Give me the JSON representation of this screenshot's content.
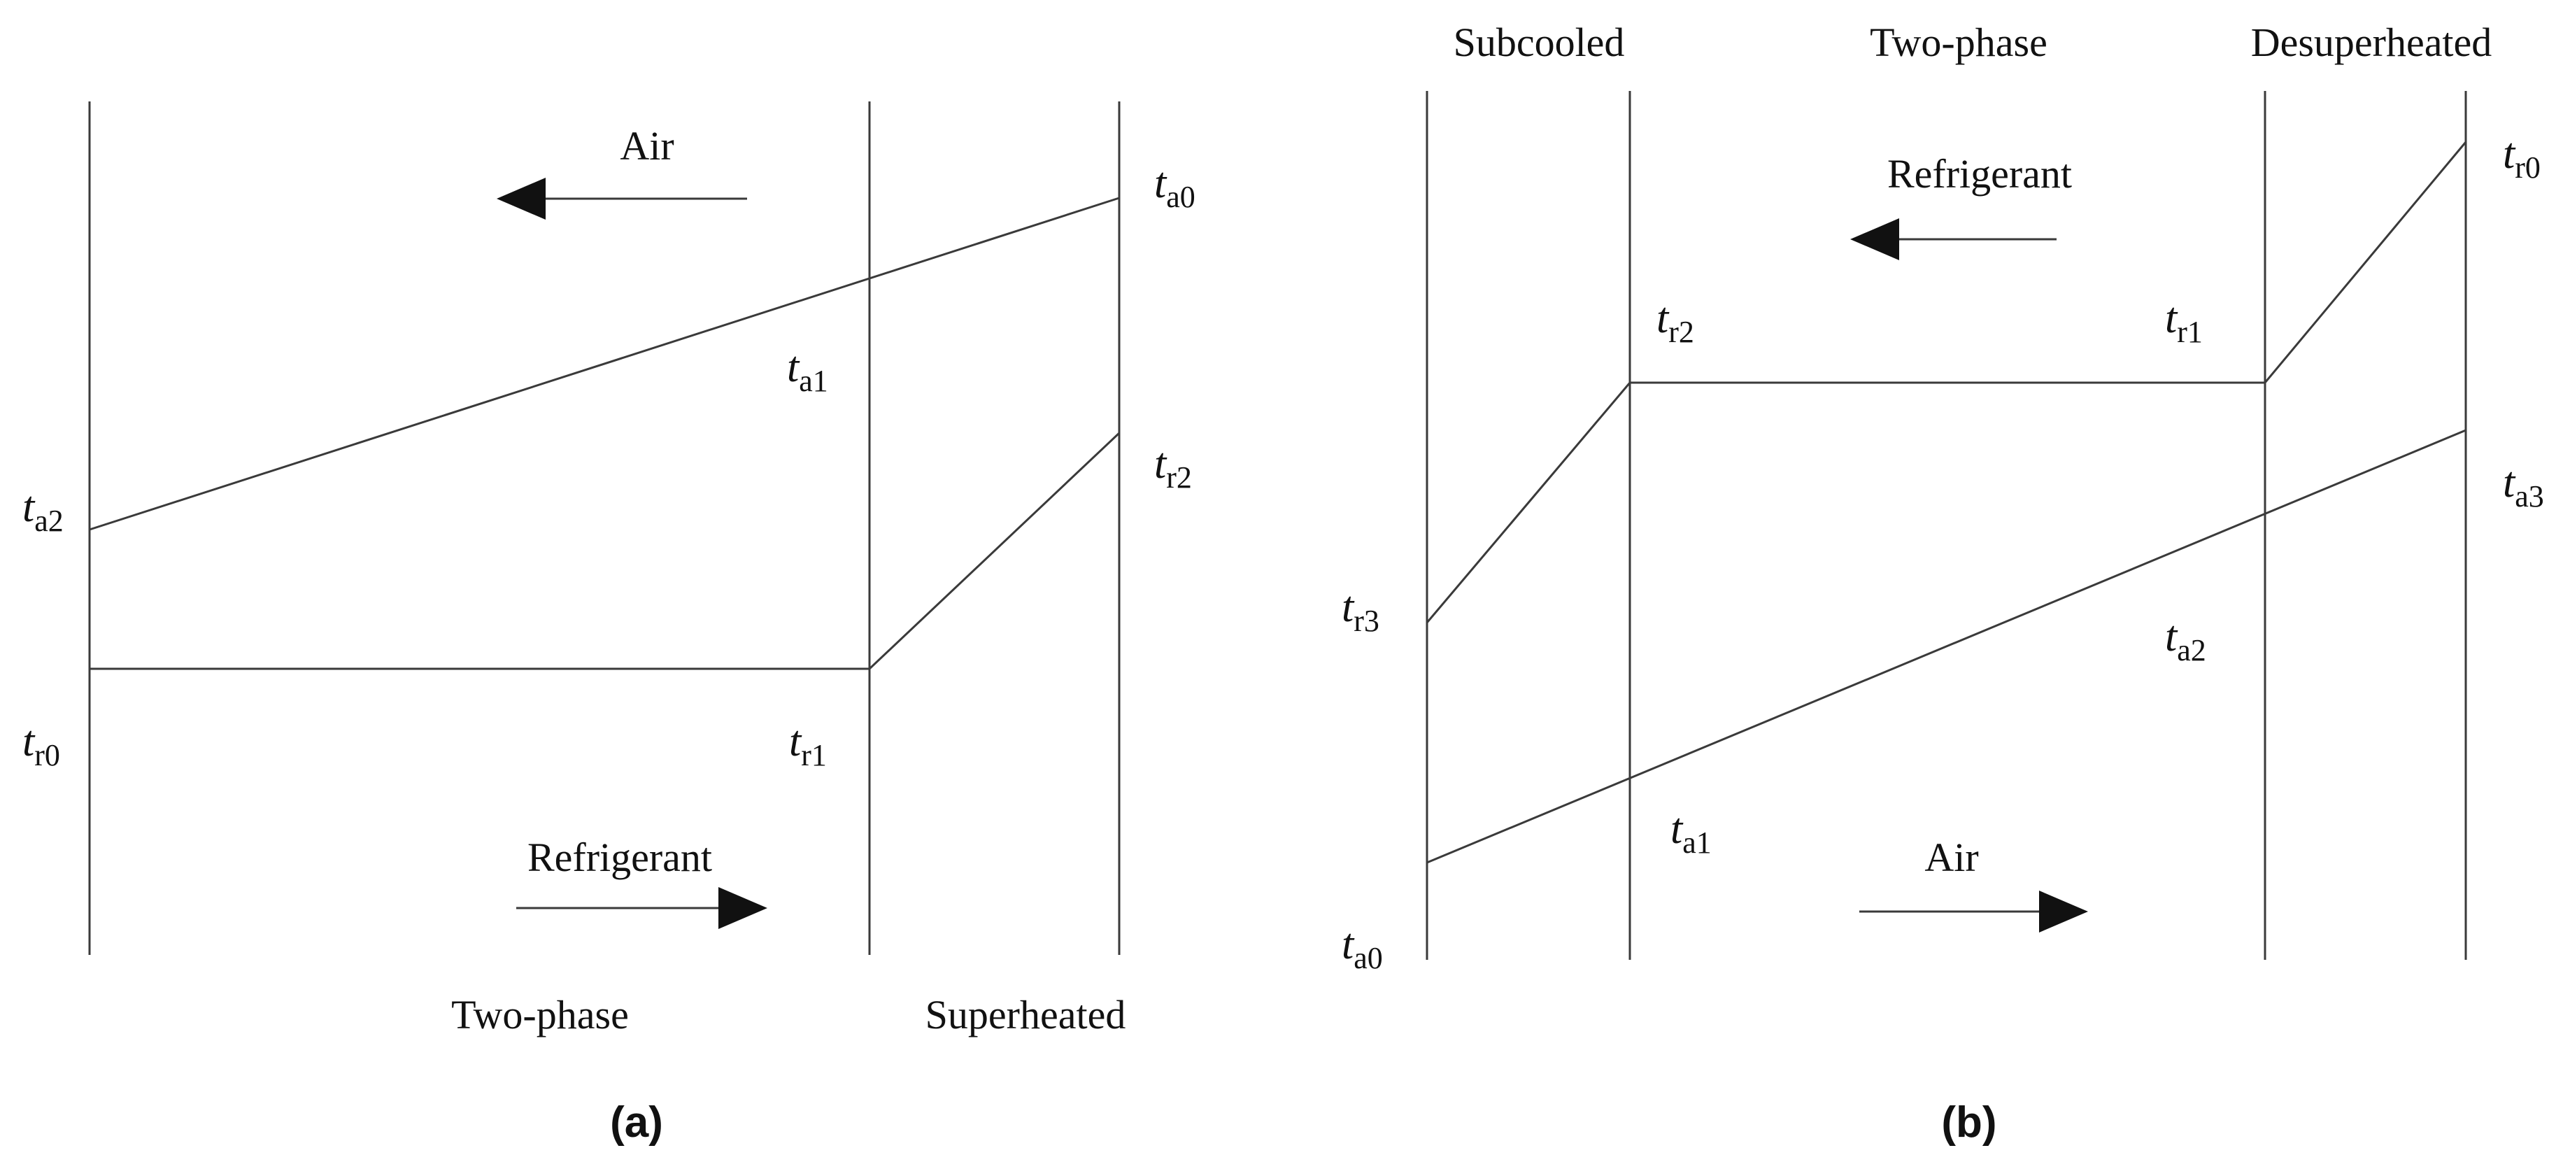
{
  "panel_a": {
    "caption": "(a)",
    "flow_top": "Air",
    "flow_bottom": "Refrigerant",
    "region_left": "Two-phase",
    "region_right": "Superheated",
    "t_a0": {
      "base": "t",
      "sub": "a0"
    },
    "t_a1": {
      "base": "t",
      "sub": "a1"
    },
    "t_a2": {
      "base": "t",
      "sub": "a2"
    },
    "t_r0": {
      "base": "t",
      "sub": "r0"
    },
    "t_r1": {
      "base": "t",
      "sub": "r1"
    },
    "t_r2": {
      "base": "t",
      "sub": "r2"
    }
  },
  "panel_b": {
    "caption": "(b)",
    "region_1": "Subcooled",
    "region_2": "Two-phase",
    "region_3": "Desuperheated",
    "flow_top": "Refrigerant",
    "flow_bottom": "Air",
    "t_r0": {
      "base": "t",
      "sub": "r0"
    },
    "t_r1": {
      "base": "t",
      "sub": "r1"
    },
    "t_r2": {
      "base": "t",
      "sub": "r2"
    },
    "t_r3": {
      "base": "t",
      "sub": "r3"
    },
    "t_a0": {
      "base": "t",
      "sub": "a0"
    },
    "t_a1": {
      "base": "t",
      "sub": "a1"
    },
    "t_a2": {
      "base": "t",
      "sub": "a2"
    },
    "t_a3": {
      "base": "t",
      "sub": "a3"
    }
  }
}
